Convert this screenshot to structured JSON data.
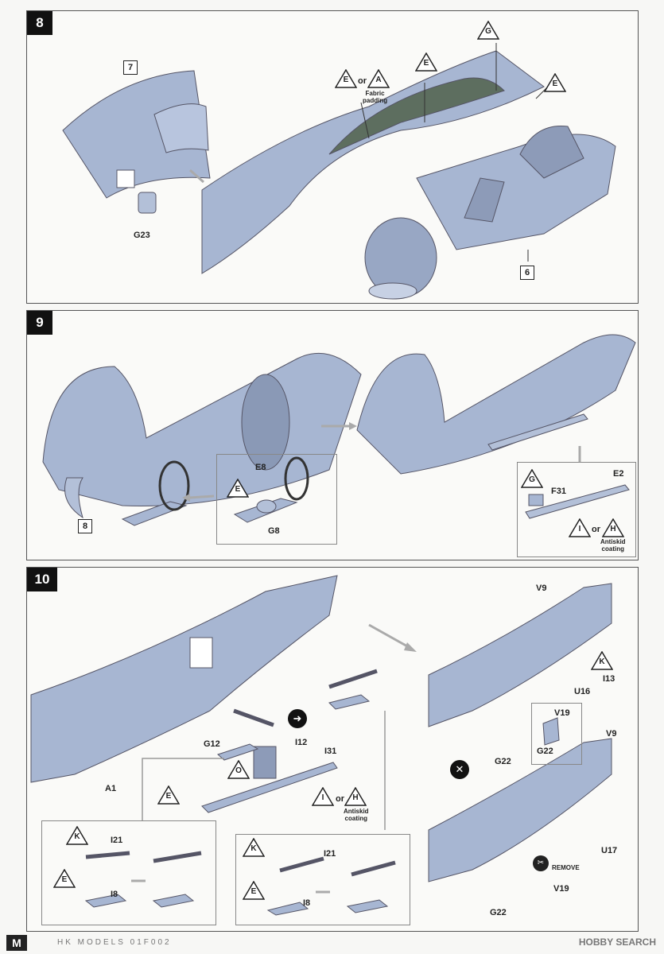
{
  "steps": {
    "s8": {
      "number": "8",
      "refs": {
        "prev": "7",
        "sub": "6"
      },
      "parts": {
        "door": "G23"
      },
      "callouts": {
        "g": "G",
        "e1": "E",
        "e2": "E",
        "ea_e": "E",
        "ea_or": "or",
        "ea_a": "A"
      },
      "note": "Fabric\npadding"
    },
    "s9": {
      "number": "9",
      "refs": {
        "prev": "8"
      },
      "parts": {
        "e8": "E8",
        "g8": "G8",
        "f31": "F31",
        "e2": "E2"
      },
      "callouts": {
        "e": "E",
        "g": "G",
        "i": "I",
        "or": "or",
        "h": "H"
      },
      "note": "Antiskid\ncoating"
    },
    "s10": {
      "number": "10",
      "parts": {
        "a1": "A1",
        "g12": "G12",
        "i12": "I12",
        "i31": "I31",
        "i21a": "I21",
        "i8a": "I8",
        "i21b": "I21",
        "i8b": "I8",
        "v9a": "V9",
        "i13": "I13",
        "u16": "U16",
        "v19a": "V19",
        "g22a": "G22",
        "g22b": "G22",
        "v9b": "V9",
        "u17": "U17",
        "v19b": "V19",
        "g22c": "G22"
      },
      "callouts": {
        "o": "O",
        "e": "E",
        "i": "I",
        "or": "or",
        "h": "H",
        "k1": "K",
        "e1": "E",
        "k2": "K",
        "e2": "E",
        "k3": "K"
      },
      "note": "Antiskid\ncoating",
      "remove": "REMOVE"
    }
  },
  "footer": {
    "logo": "M",
    "brand": "HK MODELS 01F002",
    "watermark": "HOBBY SEARCH"
  }
}
